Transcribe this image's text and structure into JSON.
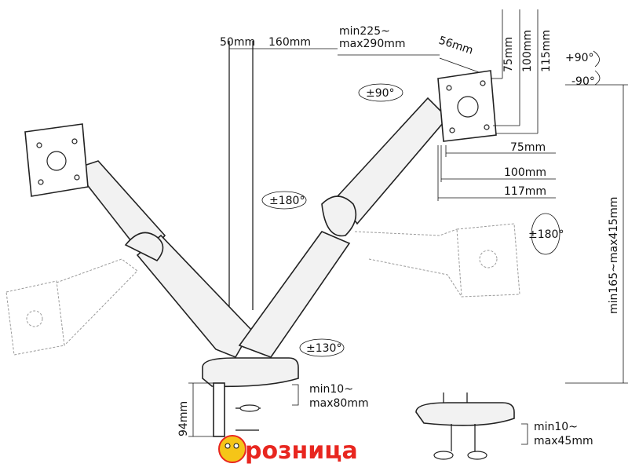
{
  "labels": {
    "pole_offset": "50mm",
    "arm_offset": "160mm",
    "reach_range": "min225~\nmax290mm",
    "tilt_arm": "56mm",
    "v75": "75mm",
    "v100": "100mm",
    "v115": "115mm",
    "tilt_up": "+90°",
    "tilt_down": "-90°",
    "h75": "75mm",
    "h100": "100mm",
    "h117": "117mm",
    "rot_head": "±90°",
    "rot_180_left": "±180°",
    "rot_180_right": "±180°",
    "rot_base": "±130°",
    "height_range": "min165~max415mm",
    "clamp_height": "94mm",
    "clamp_range": "min10~\nmax80mm",
    "grommet_range": "min10~\nmax45mm"
  },
  "logo": {
    "text": "розница"
  },
  "colors": {
    "line": "#111111",
    "arm_fill": "#f2f2f2",
    "ghost": "#9a9a9a",
    "logo_red": "#e8261f",
    "logo_yellow": "#f5c518"
  }
}
